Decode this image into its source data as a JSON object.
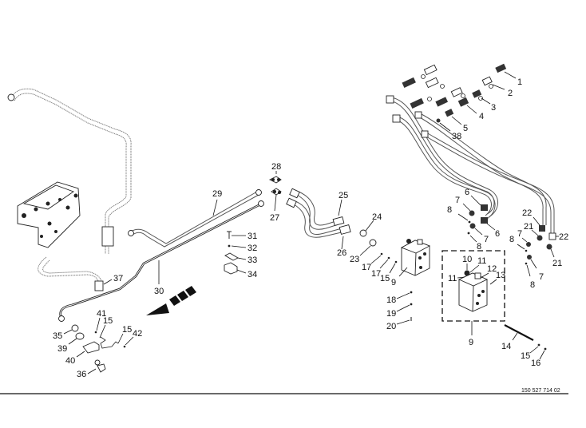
{
  "diagram": {
    "title": "Hydraulic lines parts diagram",
    "document_number": "150 527 714 02",
    "callouts": {
      "c1": "1",
      "c2": "2",
      "c3": "3",
      "c4": "4",
      "c5": "5",
      "c6a": "6",
      "c6b": "6",
      "c7a": "7",
      "c7b": "7",
      "c7c": "7",
      "c7d": "7",
      "c8a": "8",
      "c8b": "8",
      "c8c": "8",
      "c8d": "8",
      "c9a": "9",
      "c9b": "9",
      "c10": "10",
      "c11a": "11",
      "c11b": "11",
      "c12": "12",
      "c13": "13",
      "c14": "14",
      "c15a": "15",
      "c15b": "15",
      "c15c": "15",
      "c15d": "15",
      "c16": "16",
      "c17a": "17",
      "c17b": "17",
      "c18": "18",
      "c19": "19",
      "c20": "20",
      "c21a": "21",
      "c21b": "21",
      "c22a": "22",
      "c22b": "22",
      "c23": "23",
      "c24": "24",
      "c25": "25",
      "c26": "26",
      "c27": "27",
      "c28": "28",
      "c29": "29",
      "c30": "30",
      "c31": "31",
      "c32": "32",
      "c33": "33",
      "c34": "34",
      "c35": "35",
      "c36": "36",
      "c37": "37",
      "c38": "38",
      "c39": "39",
      "c40": "40",
      "c41": "41",
      "c42": "42"
    },
    "colors": {
      "ink": "#111111",
      "background": "#ffffff"
    }
  }
}
